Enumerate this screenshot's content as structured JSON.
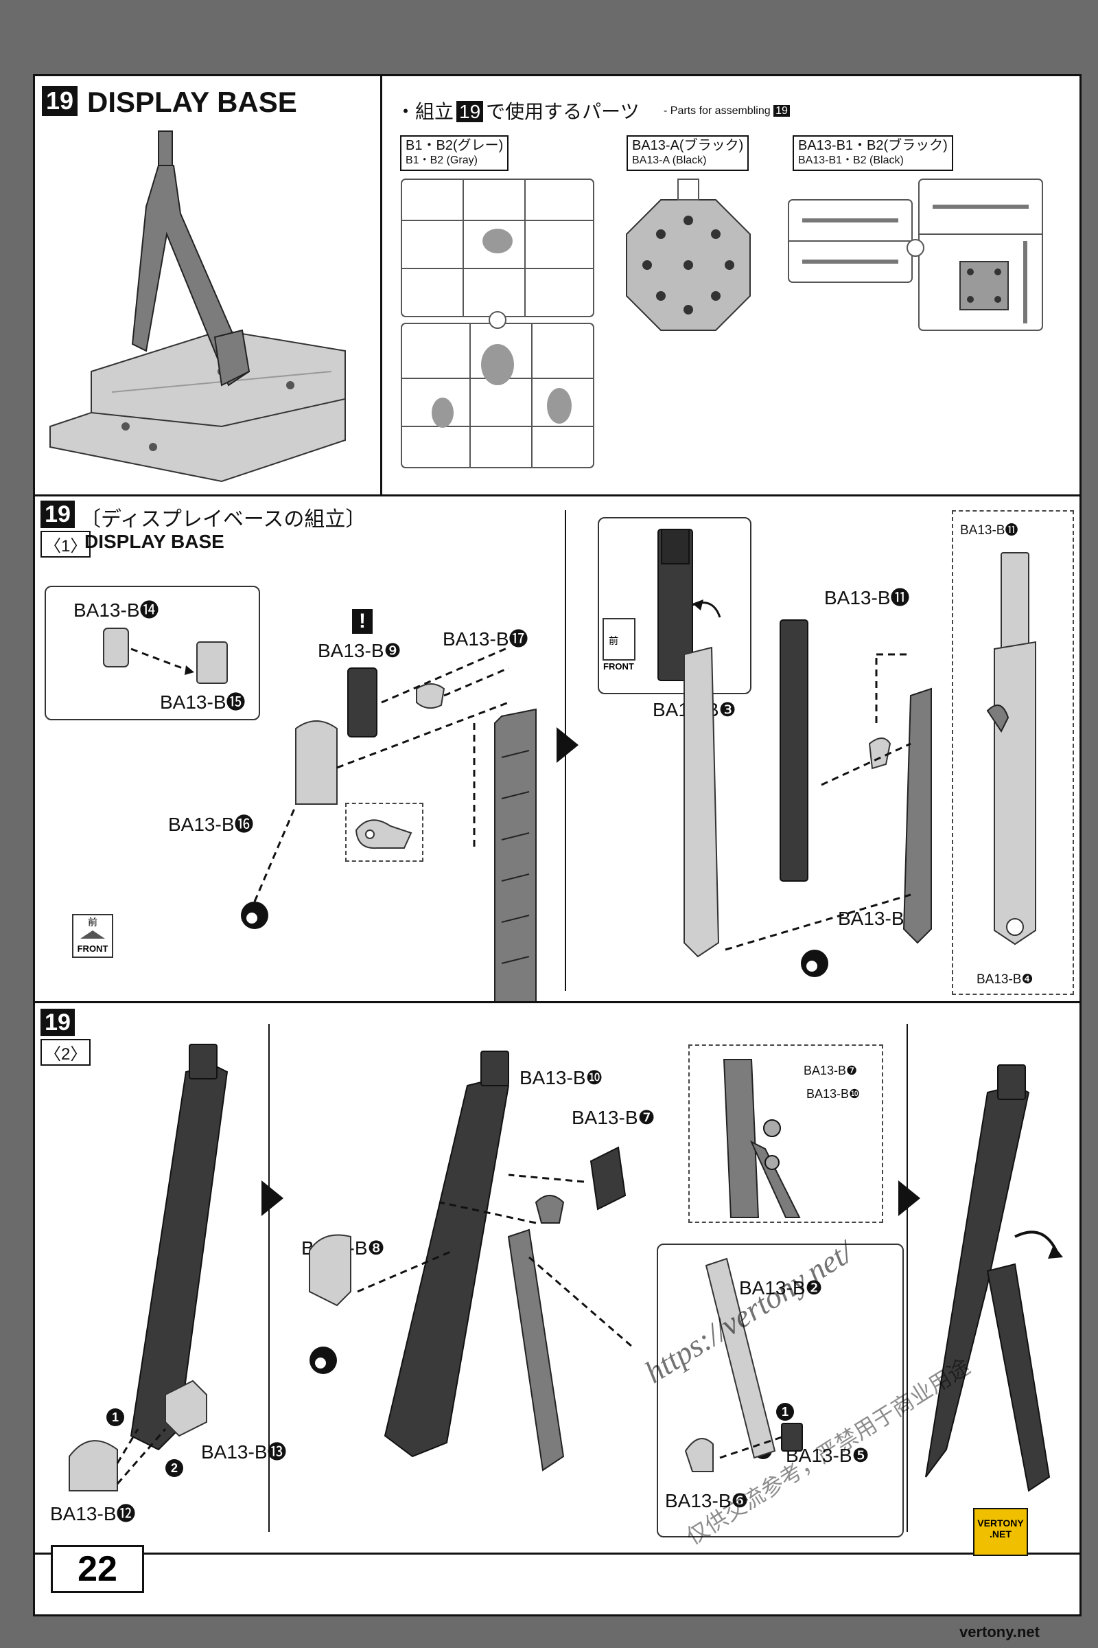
{
  "header": {
    "step_number": "19",
    "title": "DISPLAY BASE"
  },
  "parts_list": {
    "heading_jp": "・組立",
    "heading_step": "19",
    "heading_jp_tail": "で使用するパーツ",
    "heading_en": "- Parts for assembling",
    "heading_en_step": "19",
    "runners": [
      {
        "label_jp": "B1・B2(グレー)",
        "label_en": "B1・B2 (Gray)"
      },
      {
        "label_jp": "BA13-A(ブラック)",
        "label_en": "BA13-A (Black)"
      },
      {
        "label_jp": "BA13-B1・B2(ブラック)",
        "label_en": "BA13-B1・B2 (Black)"
      }
    ]
  },
  "substep1": {
    "step_number": "19",
    "title_jp": "〔ディスプレイベースの組立〕",
    "sub_number": "〈1〉",
    "title_en": "DISPLAY BASE",
    "front_jp": "前",
    "front_en": "FRONT",
    "warning": "!",
    "parts": [
      "BA13-B⓮",
      "BA13-B⓯",
      "BA13-B❾",
      "BA13-B⓱",
      "BA13-B⓰",
      "BA13-B❸",
      "BA13-B⓫",
      "BA13-B❹",
      "BA13-B⓫",
      "BA13-B❹"
    ]
  },
  "substep2": {
    "step_number": "19",
    "sub_number": "〈2〉",
    "parts": [
      "BA13-B❿",
      "BA13-B❼",
      "BA13-B❼",
      "BA13-B❿",
      "BA13-B❽",
      "BA13-B❷",
      "BA13-B⓬",
      "BA13-B⓭",
      "BA13-B❺",
      "BA13-B❻"
    ],
    "order": [
      "1",
      "2",
      "1",
      "2"
    ]
  },
  "watermark": {
    "url": "https://vertony.net/",
    "jp": "仅供交流参考，严禁用于商业用途",
    "logo_top": "VERTONY",
    "logo_bottom": ".NET",
    "footer": "vertony.net"
  },
  "page_number": "22"
}
